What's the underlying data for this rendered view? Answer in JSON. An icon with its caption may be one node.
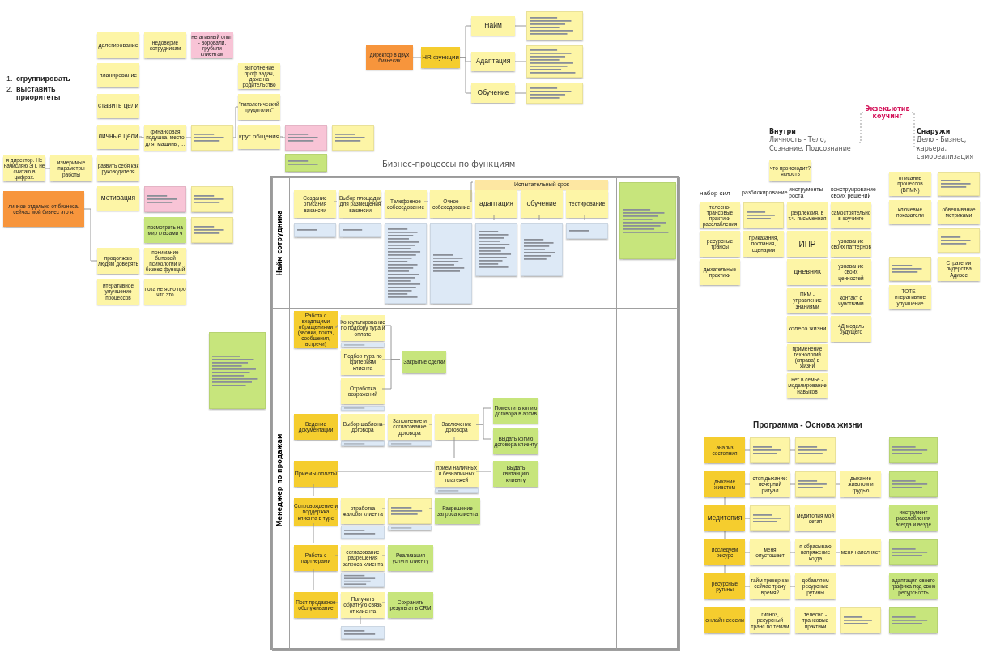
{
  "diagram": {
    "nodes": [
      {
        "text": [
          "делегирование"
        ]
      },
      {
        "text": [
          "недоверие сотрудникам"
        ]
      },
      {
        "text": [
          "негативный опыт - воровали, грубили клиентам"
        ]
      },
      {
        "text": [
          "планирование"
        ]
      },
      {
        "text": [
          "ставить цели"
        ]
      },
      {
        "text": [
          "личные цели"
        ]
      },
      {
        "text": [
          "финансовая подушка, место для, машины, ..."
        ]
      },
      {
        "text": [],
        "shape": "box"
      },
      {
        "text": [
          "выполнение проф задач, даже на родительство"
        ]
      },
      {
        "text": [
          "\"патологический трудоголик\""
        ]
      },
      {
        "text": [
          "круг общения"
        ]
      },
      {
        "text": [],
        "shape": "box"
      },
      {
        "text": [],
        "shape": "box"
      },
      {
        "text": [],
        "shape": "box"
      },
      {
        "text": [
          "я директор. Не начисляю ЗП, не считаю в цифрах."
        ]
      },
      {
        "text": [
          "измеримые параметры работы"
        ]
      },
      {
        "text": [
          "развить себя как руководителя"
        ]
      },
      {
        "text": [
          "личное отдельно от бизнеса. сейчас мой бизнес это я."
        ]
      },
      {
        "text": [
          "мотивация"
        ]
      },
      {
        "text": [],
        "shape": "box"
      },
      {
        "text": [],
        "shape": "box"
      },
      {
        "text": [
          "посмотреть на мир глазами ч"
        ]
      },
      {
        "text": [],
        "shape": "box"
      },
      {
        "text": [
          "продолжаю людям доверять"
        ]
      },
      {
        "text": [
          "понимание бытовой психологии и бизнес функций"
        ]
      },
      {
        "text": [
          "итеративное улучшение процессов"
        ]
      },
      {
        "text": [
          "пока не ясно про что это"
        ]
      },
      {
        "text": [
          "директор в двух бизнесах"
        ]
      },
      {
        "text": [
          "HR функции"
        ]
      },
      {
        "text": [
          "Найм"
        ]
      },
      {
        "text": [
          "Адаптация"
        ]
      },
      {
        "text": [
          "Обучение"
        ]
      },
      {
        "text": [],
        "shape": "box"
      },
      {
        "text": [],
        "shape": "box"
      },
      {
        "text": [],
        "shape": "box"
      },
      {
        "text": [
          "Экзекьютив коучинг"
        ]
      },
      {
        "text": [
          "Внутри",
          "Личность - Тело, Сознание, Подсознание"
        ]
      },
      {
        "text": [
          "Снаружи",
          "Дело - Бизнес, карьера, самореализация"
        ]
      },
      {
        "text": [
          "что происходит? ясность"
        ]
      },
      {
        "text": [
          "телесно-трансовые практики расслабления"
        ]
      },
      {
        "text": [
          "ресурсные трансы"
        ]
      },
      {
        "text": [
          "дыхательные практики"
        ]
      },
      {
        "text": [],
        "shape": "box"
      },
      {
        "text": [
          "приказания, послания, сценарии"
        ]
      },
      {
        "text": [
          "рефлексия, в т.ч. письменная"
        ]
      },
      {
        "text": [
          "ИПР"
        ]
      },
      {
        "text": [
          "дневник"
        ]
      },
      {
        "text": [
          "ПКМ - управление знаниями"
        ]
      },
      {
        "text": [
          "колесо жизни"
        ]
      },
      {
        "text": [
          "применение технологий (справа) в жизни"
        ]
      },
      {
        "text": [
          "нет в семье - моделирование навыков"
        ]
      },
      {
        "text": [
          "самостоятельно в коучинге"
        ]
      },
      {
        "text": [
          "узнавание своих паттернов"
        ]
      },
      {
        "text": [
          "узнавание своих ценностей"
        ]
      },
      {
        "text": [
          "контакт с чувствами"
        ]
      },
      {
        "text": [
          "4Д модель будущего"
        ]
      },
      {
        "text": [
          "описание процессов (BPMN)"
        ]
      },
      {
        "text": [],
        "shape": "box"
      },
      {
        "text": [
          "ключевые показатели"
        ]
      },
      {
        "text": [
          "обвешивание метриками"
        ]
      },
      {
        "text": [],
        "shape": "box"
      },
      {
        "text": [],
        "shape": "box"
      },
      {
        "text": [
          "Стратегии лидерства Адизес"
        ]
      },
      {
        "text": [
          "TOTE - итеративное улучшение"
        ]
      },
      {
        "text": [
          "анализ состояния"
        ]
      },
      {
        "text": [],
        "shape": "box"
      },
      {
        "text": [],
        "shape": "box"
      },
      {
        "text": [],
        "shape": "box"
      },
      {
        "text": [
          "дыхание животом"
        ]
      },
      {
        "text": [
          "стоп дыхание: вечерний ритуал"
        ]
      },
      {
        "text": [],
        "shape": "box"
      },
      {
        "text": [
          "дыхание животом и грудью"
        ]
      },
      {
        "text": [],
        "shape": "box"
      },
      {
        "text": [
          "медитопия"
        ]
      },
      {
        "text": [],
        "shape": "box"
      },
      {
        "text": [
          "медитопия мой сетап"
        ]
      },
      {
        "text": [
          "инструмент расслабления всегда и везде"
        ]
      },
      {
        "text": [
          "исследуем ресурс"
        ]
      },
      {
        "text": [
          "меня опустошает"
        ]
      },
      {
        "text": [
          "я сбрасываю напряжение когда"
        ]
      },
      {
        "text": [
          "меня наполняет"
        ]
      },
      {
        "text": [],
        "shape": "box"
      },
      {
        "text": [
          "ресурсные рутины"
        ]
      },
      {
        "text": [
          "тайм трекер как сейчас трачу время?"
        ]
      },
      {
        "text": [
          "добавляем ресурсные рутины"
        ]
      },
      {
        "text": [
          "адаптация своего графика под свою ресурсность"
        ]
      },
      {
        "text": [
          "онлайн сессии"
        ]
      },
      {
        "text": [
          "гипноз, ресурсный транс по темам"
        ]
      },
      {
        "text": [
          "телесно - трансовые практики"
        ]
      },
      {
        "text": [],
        "shape": "box"
      },
      {
        "text": [],
        "shape": "box"
      },
      {
        "text": [
          "Бизнес-процессы по функциям"
        ]
      },
      {
        "text": [
          "Найм сотрудника"
        ],
        "in": 91
      },
      {
        "text": [
          "Менеджер по продажам"
        ],
        "in": 91
      },
      {
        "text": [
          "Создание описания вакансии"
        ],
        "in": 92
      },
      {
        "text": [
          "Выбор площадки для размещения вакансии"
        ],
        "in": 92
      },
      {
        "text": [
          "Телефонное собеседование"
        ],
        "in": 92
      },
      {
        "text": [
          "Очное собеседование"
        ],
        "in": 92
      },
      {
        "text": [
          "Испытательный срок"
        ],
        "in": 92
      },
      {
        "text": [
          "адаптация"
        ],
        "in": 92
      },
      {
        "text": [
          "обучение"
        ],
        "in": 92
      },
      {
        "text": [
          "тестирование"
        ],
        "in": 92
      },
      {
        "text": [],
        "shape": "box",
        "in": 92
      },
      {
        "text": [],
        "shape": "box",
        "in": 92
      },
      {
        "text": [],
        "shape": "box",
        "in": 92
      },
      {
        "text": [],
        "shape": "box",
        "in": 92
      },
      {
        "text": [],
        "shape": "box",
        "in": 92
      },
      {
        "text": [],
        "shape": "box",
        "in": 92
      },
      {
        "text": [],
        "shape": "box",
        "in": 92
      },
      {
        "text": [],
        "shape": "box",
        "in": 92
      },
      {
        "text": [
          "Работа с входящими обращениями (звонки, почта, сообщения, встречи)"
        ],
        "in": 93
      },
      {
        "text": [
          "Консультирование по подбору тура и оплате"
        ],
        "in": 93
      },
      {
        "text": [],
        "shape": "box",
        "in": 93
      },
      {
        "text": [
          "Подбор тура по критериям клиента"
        ],
        "in": 93
      },
      {
        "text": [
          "Отработка возражений"
        ],
        "in": 93
      },
      {
        "text": [],
        "shape": "box",
        "in": 93
      },
      {
        "text": [
          "Закрытие сделки"
        ],
        "in": 93
      },
      {
        "text": [
          "Ведение документации"
        ],
        "in": 93
      },
      {
        "text": [
          "Выбор шаблона договора"
        ],
        "in": 93
      },
      {
        "text": [
          "Заполнение и согласование договора"
        ],
        "in": 93
      },
      {
        "text": [
          "Заключение договора"
        ],
        "in": 93
      },
      {
        "text": [],
        "shape": "box",
        "in": 93
      },
      {
        "text": [],
        "shape": "box",
        "in": 93
      },
      {
        "text": [
          "Поместить копию договора в архив"
        ],
        "in": 93
      },
      {
        "text": [
          "Выдать копию договора клиенту"
        ],
        "in": 93
      },
      {
        "text": [
          "Приемы оплаты"
        ],
        "in": 93
      },
      {
        "text": [
          "прием наличных и безналичных платежей"
        ],
        "in": 93
      },
      {
        "text": [],
        "shape": "box",
        "in": 93
      },
      {
        "text": [
          "Выдать квитанцию клиенту"
        ],
        "in": 93
      },
      {
        "text": [
          "Сопровождение и поддержка клиента в туре"
        ],
        "in": 93
      },
      {
        "text": [
          "отработка жалобы клиента"
        ],
        "in": 93
      },
      {
        "text": [],
        "shape": "box",
        "in": 93
      },
      {
        "text": [],
        "shape": "box",
        "in": 93
      },
      {
        "text": [],
        "shape": "box",
        "in": 93
      },
      {
        "text": [
          "Разрешение запроса клиента"
        ],
        "in": 93
      },
      {
        "text": [
          "Работа с партнерами"
        ],
        "in": 93
      },
      {
        "text": [
          "согласование разрешения запроса клиента"
        ],
        "in": 93
      },
      {
        "text": [],
        "shape": "box",
        "in": 93
      },
      {
        "text": [
          "Реализация услуги клиенту"
        ],
        "in": 93
      },
      {
        "text": [
          "Пост продажное обслуживание"
        ],
        "in": 93
      },
      {
        "text": [
          "Получить обратную связь от клиента"
        ],
        "in": 93
      },
      {
        "text": [],
        "shape": "box",
        "in": 93
      },
      {
        "text": [
          "Сохранить результат в CRM"
        ],
        "in": 93
      },
      {
        "text": [],
        "shape": "box"
      }
    ],
    "edges": [
      {
        "from": 14,
        "to": 15,
        "arrow": "none"
      },
      {
        "from": 17,
        "to": 23,
        "arrow": "none"
      },
      {
        "from": 5,
        "to": 6,
        "arrow": "none"
      },
      {
        "from": 6,
        "to": 7,
        "arrow": "none"
      },
      {
        "from": 7,
        "to": 9,
        "arrow": "none"
      },
      {
        "from": 10,
        "to": 11,
        "arrow": "none"
      },
      {
        "from": 27,
        "to": 28,
        "arrow": "none"
      },
      {
        "from": 28,
        "to": 29,
        "arrow": "none"
      },
      {
        "from": 28,
        "to": 30,
        "arrow": "none"
      },
      {
        "from": 28,
        "to": 31,
        "arrow": "none"
      },
      {
        "from": 29,
        "to": 32,
        "arrow": "none"
      },
      {
        "from": 30,
        "to": 33,
        "arrow": "none"
      },
      {
        "from": 31,
        "to": 34,
        "arrow": "none"
      },
      {
        "from": 35,
        "to": 36,
        "arrow": "none",
        "style": "dashed"
      },
      {
        "from": 35,
        "to": 37,
        "arrow": "none",
        "style": "dashed"
      },
      {
        "from": 64,
        "to": 65,
        "arrow": "none"
      },
      {
        "from": 65,
        "to": 66,
        "arrow": "none"
      },
      {
        "from": 68,
        "to": 69,
        "arrow": "none"
      },
      {
        "from": 69,
        "to": 70,
        "arrow": "none"
      },
      {
        "from": 70,
        "to": 71,
        "arrow": "none"
      },
      {
        "from": 73,
        "to": 74,
        "arrow": "none"
      },
      {
        "from": 77,
        "to": 78,
        "arrow": "none"
      },
      {
        "from": 78,
        "to": 79,
        "arrow": "none"
      },
      {
        "from": 79,
        "to": 80,
        "arrow": "none"
      },
      {
        "from": 82,
        "to": 83,
        "arrow": "none"
      },
      {
        "from": 83,
        "to": 84,
        "arrow": "none"
      },
      {
        "from": 68,
        "to": 73,
        "arrow": "none"
      },
      {
        "from": 73,
        "to": 77,
        "arrow": "none"
      },
      {
        "from": 77,
        "to": 82,
        "arrow": "none"
      },
      {
        "from": 94,
        "to": 95,
        "arrow": "none"
      },
      {
        "from": 95,
        "to": 96,
        "arrow": "none"
      },
      {
        "from": 96,
        "to": 97,
        "arrow": "none"
      },
      {
        "from": 97,
        "to": 98,
        "arrow": "none"
      },
      {
        "from": 99,
        "to": 106,
        "arrow": "none"
      },
      {
        "from": 100,
        "to": 107,
        "arrow": "none"
      },
      {
        "from": 101,
        "to": 108,
        "arrow": "none"
      },
      {
        "from": 110,
        "to": 111,
        "arrow": "none"
      },
      {
        "from": 111,
        "to": 116,
        "arrow": "none"
      },
      {
        "from": 113,
        "to": 116,
        "arrow": "none"
      },
      {
        "from": 114,
        "to": 116,
        "arrow": "none"
      },
      {
        "from": 118,
        "to": 119,
        "arrow": "none"
      },
      {
        "from": 119,
        "to": 120,
        "arrow": "none"
      },
      {
        "from": 120,
        "to": 123,
        "arrow": "none"
      },
      {
        "from": 120,
        "to": 124,
        "arrow": "none"
      },
      {
        "from": 120,
        "to": 126,
        "arrow": "none"
      },
      {
        "from": 125,
        "to": 126,
        "arrow": "none"
      },
      {
        "from": 126,
        "to": 128,
        "arrow": "none"
      },
      {
        "from": 129,
        "to": 130,
        "arrow": "none"
      },
      {
        "from": 130,
        "to": 132,
        "arrow": "none"
      },
      {
        "from": 132,
        "to": 134,
        "arrow": "none"
      },
      {
        "from": 135,
        "to": 136,
        "arrow": "none"
      },
      {
        "from": 136,
        "to": 138,
        "arrow": "none"
      },
      {
        "from": 139,
        "to": 140,
        "arrow": "none"
      },
      {
        "from": 140,
        "to": 142,
        "arrow": "none"
      },
      {
        "from": 125,
        "to": 129,
        "arrow": "none"
      },
      {
        "from": 129,
        "to": 135,
        "arrow": "none"
      },
      {
        "from": 135,
        "to": 139,
        "arrow": "none"
      },
      {
        "from": 140,
        "to": 141,
        "arrow": "none"
      }
    ],
    "labels": [
      "1.",
      "сгруппировать",
      "2.",
      "выставить приоритеты",
      "набор сил",
      "разблокирование",
      "инструменты роста",
      "конструирование своих решений",
      "Программа - Основа жизни"
    ]
  }
}
